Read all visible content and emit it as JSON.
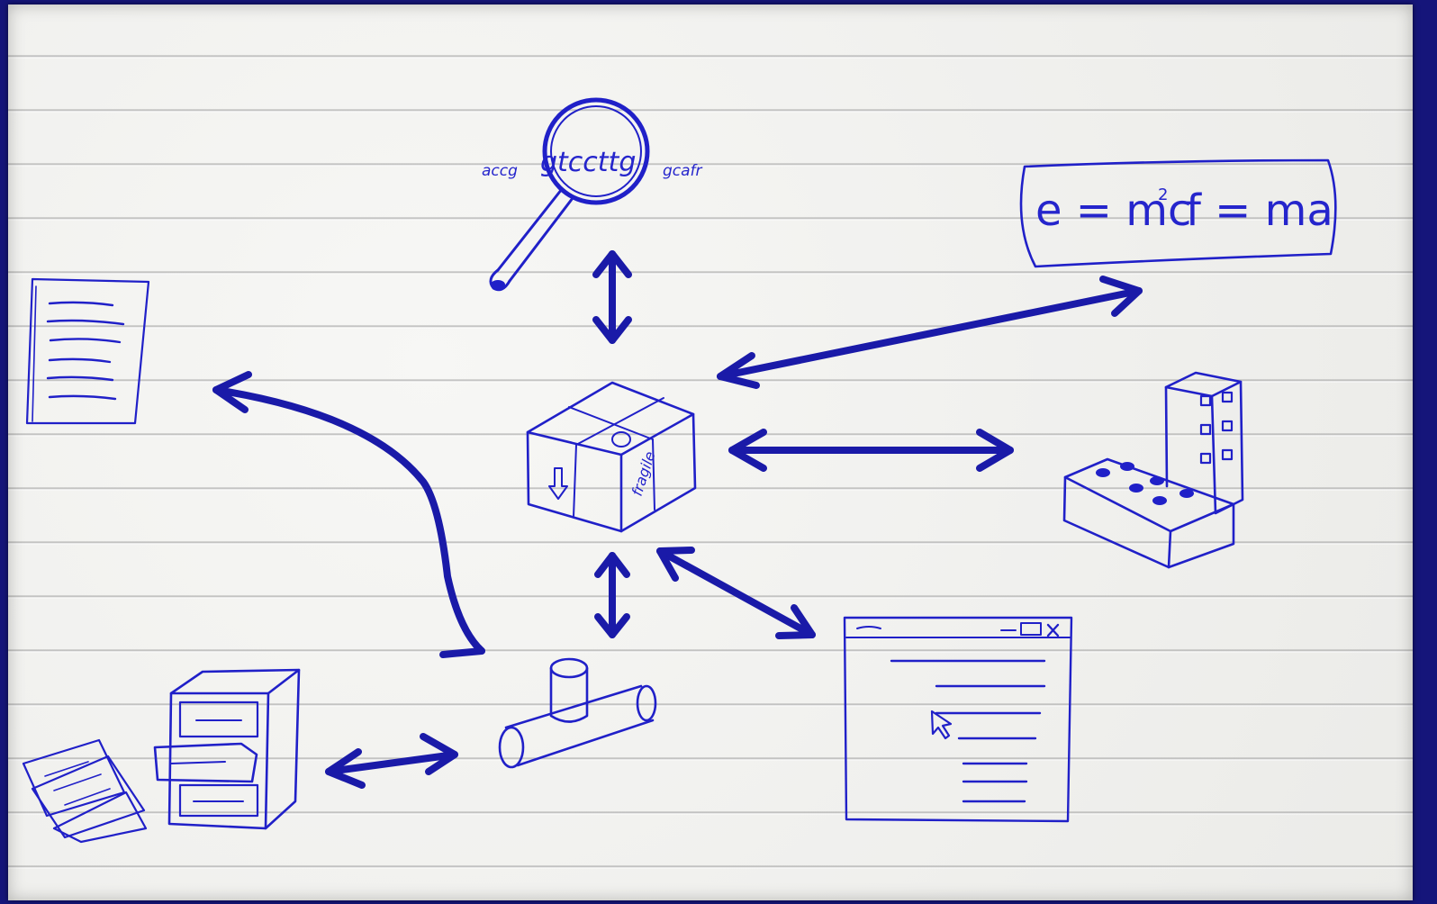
{
  "colors": {
    "frame": "#15157a",
    "paper": "#f1f1ef",
    "ink": "#2020c8",
    "arrow": "#1a1aa8"
  },
  "equations": {
    "first": "e = mc",
    "first_exponent": "2",
    "second": "f = ma"
  },
  "magnifier": {
    "sequence_left": "accg",
    "sequence_focus": "gtccttg",
    "sequence_right": "gcafr"
  },
  "box": {
    "fragile_label": "fragile"
  },
  "icons": [
    "document-icon",
    "magnifier-icon",
    "equation-card-icon",
    "package-box-icon",
    "building-blocks-icon",
    "pipe-connector-icon",
    "application-window-icon",
    "filing-cabinet-icon"
  ]
}
